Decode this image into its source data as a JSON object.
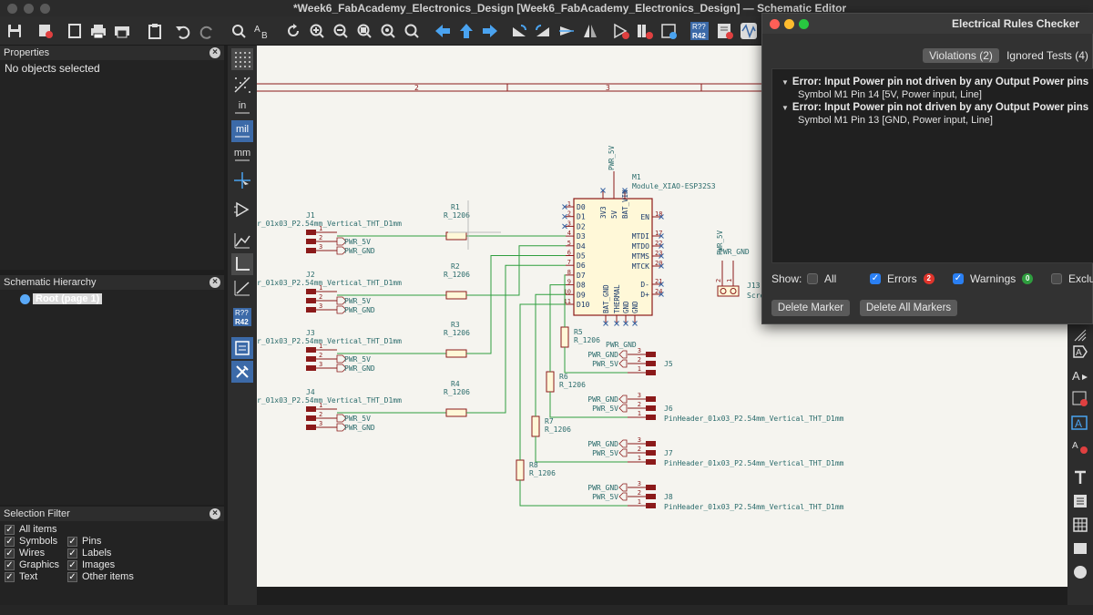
{
  "window": {
    "title": "*Week6_FabAcademy_Electronics_Design [Week6_FabAcademy_Electronics_Design] — Schematic Editor"
  },
  "panels": {
    "properties": {
      "title": "Properties",
      "message": "No objects selected"
    },
    "hierarchy": {
      "title": "Schematic Hierarchy",
      "root_label": "Root (page 1)"
    },
    "selection_filter": {
      "title": "Selection Filter",
      "items": [
        {
          "label": "All items",
          "checked": true
        },
        {
          "label": "Pins",
          "checked": true
        },
        {
          "label": "Symbols",
          "checked": true
        },
        {
          "label": "Labels",
          "checked": true
        },
        {
          "label": "Wires",
          "checked": true
        },
        {
          "label": "Images",
          "checked": true
        },
        {
          "label": "Graphics",
          "checked": true
        },
        {
          "label": "Other items",
          "checked": true
        },
        {
          "label": "Text",
          "checked": true
        }
      ]
    }
  },
  "left_toolbar": {
    "units_in": "in",
    "units_mil": "mil",
    "units_mm": "mm",
    "annotate_badge": "R42"
  },
  "schematic": {
    "border_numbers": [
      "2",
      "3"
    ],
    "module": {
      "ref": "M1",
      "value": "Module_XIAO-ESP32S3",
      "power_label": "PWR_5V",
      "left_pins": [
        {
          "num": "1",
          "name": "D0"
        },
        {
          "num": "2",
          "name": "D1"
        },
        {
          "num": "3",
          "name": "D2"
        },
        {
          "num": "4",
          "name": "D3"
        },
        {
          "num": "5",
          "name": "D4"
        },
        {
          "num": "6",
          "name": "D5"
        },
        {
          "num": "7",
          "name": "D6"
        },
        {
          "num": "8",
          "name": "D7"
        },
        {
          "num": "9",
          "name": "D8"
        },
        {
          "num": "10",
          "name": "D9"
        },
        {
          "num": "11",
          "name": "D10"
        }
      ],
      "right_pins": [
        {
          "num": "18",
          "name": "EN"
        },
        {
          "num": "17",
          "name": "MTDI"
        },
        {
          "num": "22",
          "name": "MTDO"
        },
        {
          "num": "23",
          "name": "MTMS"
        },
        {
          "num": "20",
          "name": "MTCK"
        },
        {
          "num": "21",
          "name": "D-"
        },
        {
          "num": "24",
          "name": "D+"
        }
      ],
      "top_pins": [
        "3V3",
        "5V",
        "BAT_VIN"
      ],
      "bottom_pins": [
        "BAT_GND",
        "THERMAL",
        "GND",
        "GND"
      ]
    },
    "left_connectors": [
      {
        "ref": "J1",
        "value": "r_01x03_P2.54mm_Vertical_THT_D1mm",
        "res_ref": "R1",
        "res_val": "R_1206"
      },
      {
        "ref": "J2",
        "value": "r_01x03_P2.54mm_Vertical_THT_D1mm",
        "res_ref": "R2",
        "res_val": "R_1206"
      },
      {
        "ref": "J3",
        "value": "r_01x03_P2.54mm_Vertical_THT_D1mm",
        "res_ref": "R3",
        "res_val": "R_1206"
      },
      {
        "ref": "J4",
        "value": "r_01x03_P2.54mm_Vertical_THT_D1mm",
        "res_ref": "R4",
        "res_val": "R_1206"
      }
    ],
    "left_net_labels": [
      "PWR_5V",
      "PWR_GND"
    ],
    "pin_numbers": [
      "1",
      "2",
      "3"
    ],
    "right_connectors": [
      {
        "ref": "J5",
        "value": "",
        "res_ref": "R5",
        "res_val": "R_1206"
      },
      {
        "ref": "J6",
        "value": "PinHeader_01x03_P2.54mm_Vertical_THT_D1mm",
        "res_ref": "R6",
        "res_val": "R_1206"
      },
      {
        "ref": "J7",
        "value": "PinHeader_01x03_P2.54mm_Vertical_THT_D1mm",
        "res_ref": "R7",
        "res_val": "R_1206"
      },
      {
        "ref": "J8",
        "value": "PinHeader_01x03_P2.54mm_Vertical_THT_D1mm",
        "res_ref": "R8",
        "res_val": "R_1206"
      }
    ],
    "right_pwr_gnd_top": "PWR_GND",
    "j13": {
      "ref": "J13",
      "value": "Scre",
      "label_5v": "PWR_5V",
      "label_gnd": "PWR_GND"
    }
  },
  "erc": {
    "title": "Electrical Rules Checker",
    "tab_violations": "Violations (2)",
    "tab_ignored": "Ignored Tests (4)",
    "violations": [
      {
        "error": "Error: Input Power pin not driven by any Output Power pins",
        "detail": "Symbol M1 Pin 14 [5V, Power input, Line]"
      },
      {
        "error": "Error: Input Power pin not driven by any Output Power pins",
        "detail": "Symbol M1 Pin 13 [GND, Power input, Line]"
      }
    ],
    "show_label": "Show:",
    "filter_all": "All",
    "filter_errors": "Errors",
    "filter_errors_count": "2",
    "filter_warnings": "Warnings",
    "filter_warnings_count": "0",
    "filter_exclusions": "Exclus",
    "delete_marker": "Delete Marker",
    "delete_all": "Delete All Markers",
    "colors": {
      "error_badge": "#e0342b",
      "warning_badge": "#2f9e3f",
      "checkbox": "#2a7ff2"
    }
  },
  "colors": {
    "wire": "#2f9e3f",
    "symbol": "#8b1a1a",
    "text": "#2a6b6b",
    "canvas": "#f5f4ef"
  }
}
